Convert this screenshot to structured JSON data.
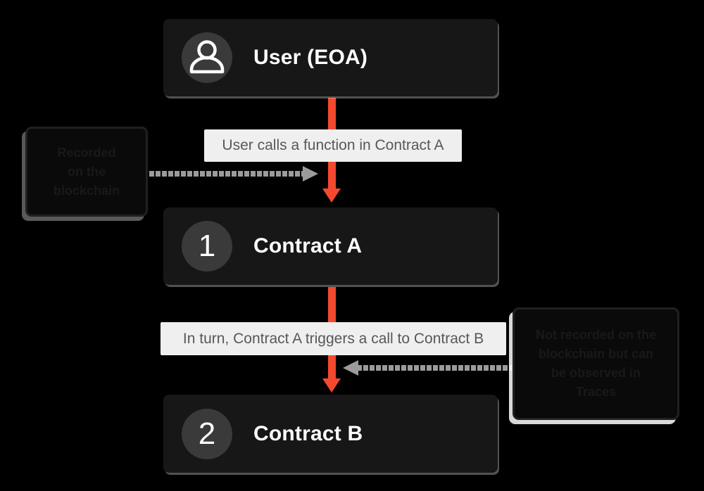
{
  "diagram": {
    "background": "#000000",
    "type": "flow-diagram",
    "topic": "Smart contract internal call flow"
  },
  "colors": {
    "accent_orange": "#f4492e",
    "arrow_gray": "#9b9b9b",
    "node_bg": "#171717",
    "badge_bg": "#3a3a3a",
    "node_text": "#ffffff",
    "pill_bg": "#efefef",
    "pill_text": "#58585a",
    "callout_text": "#191919"
  },
  "nodes": [
    {
      "id": "user",
      "badge": "user-icon",
      "title": "User (EOA)"
    },
    {
      "id": "contract-a",
      "badge": "1",
      "title": "Contract A"
    },
    {
      "id": "contract-b",
      "badge": "2",
      "title": "Contract B"
    }
  ],
  "edge_labels": [
    {
      "text": "User calls a function in Contract A"
    },
    {
      "text": "In turn, Contract A triggers a call to Contract B"
    }
  ],
  "callouts": [
    {
      "side": "left",
      "lines": [
        "Recorded",
        "on the",
        "blockchain"
      ]
    },
    {
      "side": "right",
      "lines": [
        "Not recorded on the",
        "blockchain but can",
        "be observed in",
        "Traces"
      ]
    }
  ]
}
